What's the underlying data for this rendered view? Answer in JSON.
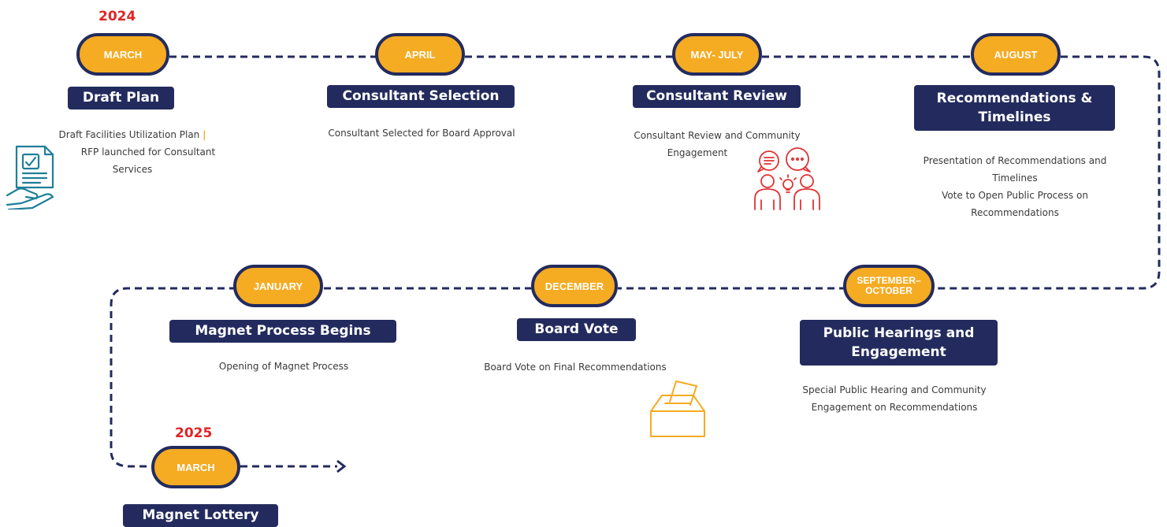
{
  "years": {
    "start": "2024",
    "end": "2025"
  },
  "steps": [
    {
      "month": "MARCH",
      "title": "Draft Plan",
      "desc_line1": "Draft Facilities Utilization Plan",
      "desc_sep": "|",
      "desc_line2": "RFP launched for Consultant",
      "desc_line3": "Services",
      "icon": "document-hand-icon"
    },
    {
      "month": "APRIL",
      "title": "Consultant Selection",
      "desc": "Consultant Selected for Board Approval"
    },
    {
      "month": "MAY- JULY",
      "title": "Consultant Review",
      "desc_line1": "Consultant Review and Community",
      "desc_line2": "Engagement",
      "icon": "community-discussion-icon"
    },
    {
      "month": "AUGUST",
      "title_line1": "Recommendations &",
      "title_line2": "Timelines",
      "desc_line1": "Presentation of Recommendations and",
      "desc_line2": "Timelines",
      "desc_line3": "Vote to Open Public Process on",
      "desc_line4": "Recommendations"
    },
    {
      "month_line1": "SEPTEMBER–",
      "month_line2": "OCTOBER",
      "title_line1": "Public Hearings and",
      "title_line2": "Engagement",
      "desc_line1": "Special Public Hearing and Community",
      "desc_line2": "Engagement on Recommendations"
    },
    {
      "month": "DECEMBER",
      "title": "Board Vote",
      "desc": "Board Vote on Final Recommendations",
      "icon": "ballot-box-icon"
    },
    {
      "month": "JANUARY",
      "title": "Magnet Process Begins",
      "desc": "Opening of Magnet Process"
    },
    {
      "month": "MARCH",
      "title": "Magnet Lottery"
    }
  ],
  "colors": {
    "navy": "#232b5e",
    "gold": "#f5ab22",
    "red": "#e02424",
    "icon_blue": "#1f7f99",
    "icon_red": "#e03434",
    "icon_orange": "#f5ab22"
  }
}
